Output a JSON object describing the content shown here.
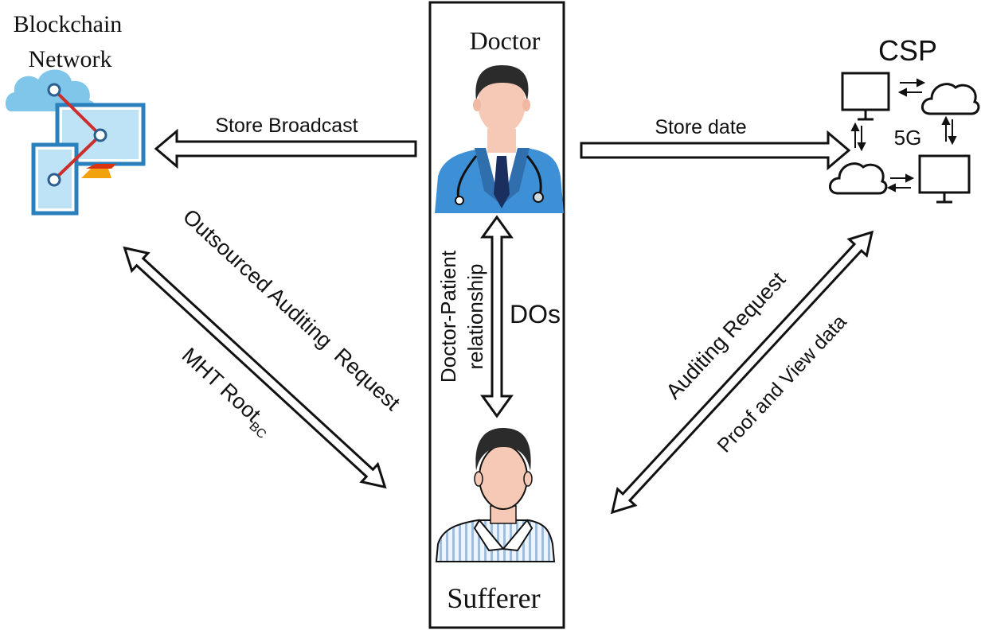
{
  "nodes": {
    "blockchain": {
      "label_line1": "Blockchain",
      "label_line2": "Network"
    },
    "doctor": {
      "label": "Doctor"
    },
    "sufferer": {
      "label": "Sufferer"
    },
    "csp": {
      "label": "CSP",
      "network_label": "5G"
    }
  },
  "edges": {
    "store_broadcast": "Store Broadcast",
    "store_date": "Store date",
    "doctor_patient_line1": "Doctor-Patient",
    "doctor_patient_line2": "relationship",
    "dos": "DOs",
    "outsourced_auditing": "Outsourced Auditing  Request",
    "mht_root": "MHT Root",
    "mht_root_sub": "BC",
    "auditing_request": "Auditing Request",
    "proof_view": "Proof and View data"
  },
  "colors": {
    "line": "#111111",
    "blockchain_light": "#7fc6ea",
    "blockchain_dark": "#2a7fbd",
    "blockchain_link": "#cc2e2e",
    "blockchain_accent": "#f2a20c",
    "doctor_coat": "#3d8fd6",
    "skin": "#f5c9b5",
    "hair": "#2b2b2b"
  }
}
